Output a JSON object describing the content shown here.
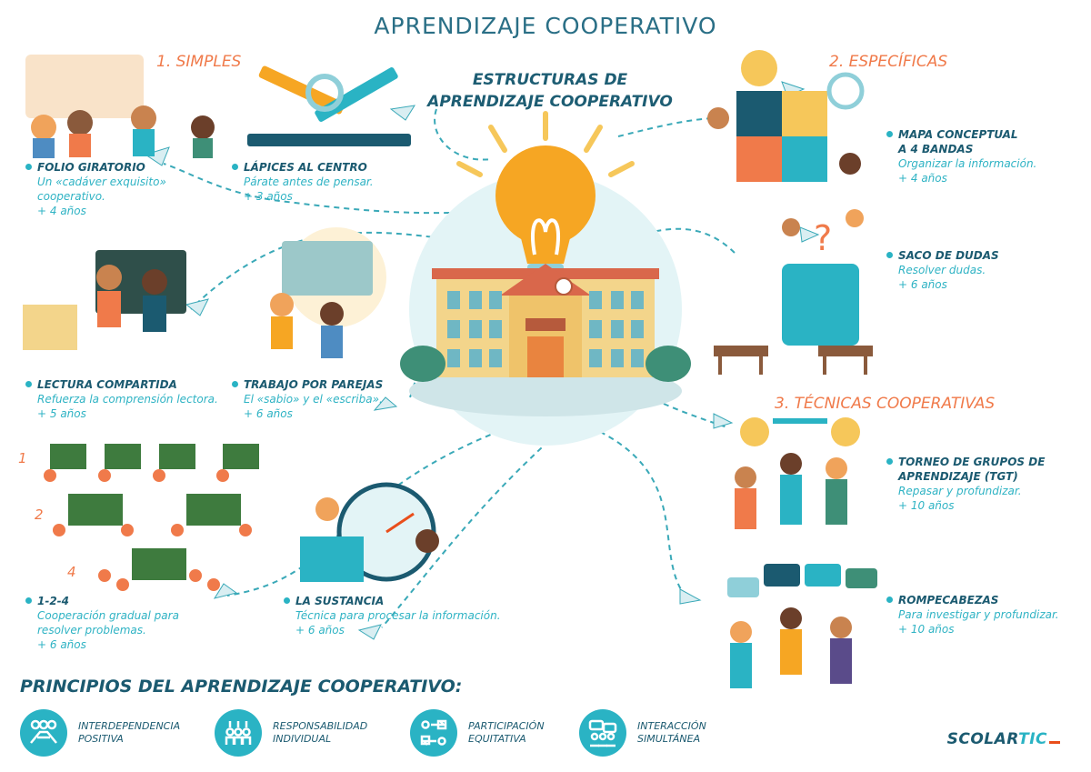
{
  "title": "APRENDIZAJE COOPERATIVO",
  "center_title": [
    "ESTRUCTURAS DE",
    "APRENDIZAJE COOPERATIVO"
  ],
  "sections": {
    "simples": "1. SIMPLES",
    "especificas": "2. ESPECÍFICAS",
    "tecnicas": "3. TÉCNICAS COOPERATIVAS"
  },
  "items": {
    "folio": {
      "title": "FOLIO GIRATORIO",
      "desc": [
        "Un «cadáver exquisito»",
        "cooperativo.",
        "+ 4 años"
      ]
    },
    "lapices": {
      "title": "LÁPICES AL CENTRO",
      "desc": [
        "Párate antes de pensar.",
        "+ 3 años"
      ]
    },
    "lectura": {
      "title": "LECTURA COMPARTIDA",
      "desc": [
        "Refuerza la comprensión lectora.",
        "+ 5 años"
      ]
    },
    "parejas": {
      "title": "TRABAJO POR PAREJAS",
      "desc": [
        "El «sabio» y el «escriba».",
        "+ 6 años"
      ]
    },
    "uno_dos_cuatro": {
      "title": "1-2-4",
      "desc": [
        "Cooperación gradual para",
        "resolver problemas.",
        "+ 6 años"
      ]
    },
    "sustancia": {
      "title": "LA SUSTANCIA",
      "desc": [
        "Técnica para procesar la información.",
        "+ 6 años"
      ]
    },
    "mapa": {
      "title": [
        "MAPA CONCEPTUAL",
        "A 4 BANDAS"
      ],
      "desc": [
        "Organizar la información.",
        "+ 4 años"
      ]
    },
    "saco": {
      "title": "SACO DE DUDAS",
      "desc": [
        "Resolver dudas.",
        "+ 6 años"
      ]
    },
    "torneo": {
      "title": [
        "TORNEO DE GRUPOS DE",
        "APRENDIZAJE (TGT)"
      ],
      "desc": [
        "Repasar y profundizar.",
        "+ 10 años"
      ]
    },
    "rompecabezas": {
      "title": "ROMPECABEZAS",
      "desc": [
        "Para investigar y profundizar.",
        "+ 10 años"
      ]
    }
  },
  "step_numbers": [
    "1",
    "2",
    "4"
  ],
  "principles_title": "PRINCIPIOS DEL APRENDIZAJE COOPERATIVO:",
  "principles": [
    {
      "line1": "INTERDEPENDENCIA",
      "line2": "POSITIVA",
      "icon": "handshake-team-icon"
    },
    {
      "line1": "RESPONSABILIDAD",
      "line2": "INDIVIDUAL",
      "icon": "raised-hands-icon"
    },
    {
      "line1": "PARTICIPACIÓN",
      "line2": "EQUITATIVA",
      "icon": "exchange-people-icon"
    },
    {
      "line1": "INTERACCIÓN",
      "line2": "SIMULTÁNEA",
      "icon": "chat-group-icon"
    }
  ],
  "logo": {
    "main": "SCOLAR",
    "accent": "TIC"
  },
  "colors": {
    "primary": "#1b5a70",
    "accent": "#2ab3c4",
    "orange": "#f07a4a",
    "bulb": "#f6a623"
  }
}
